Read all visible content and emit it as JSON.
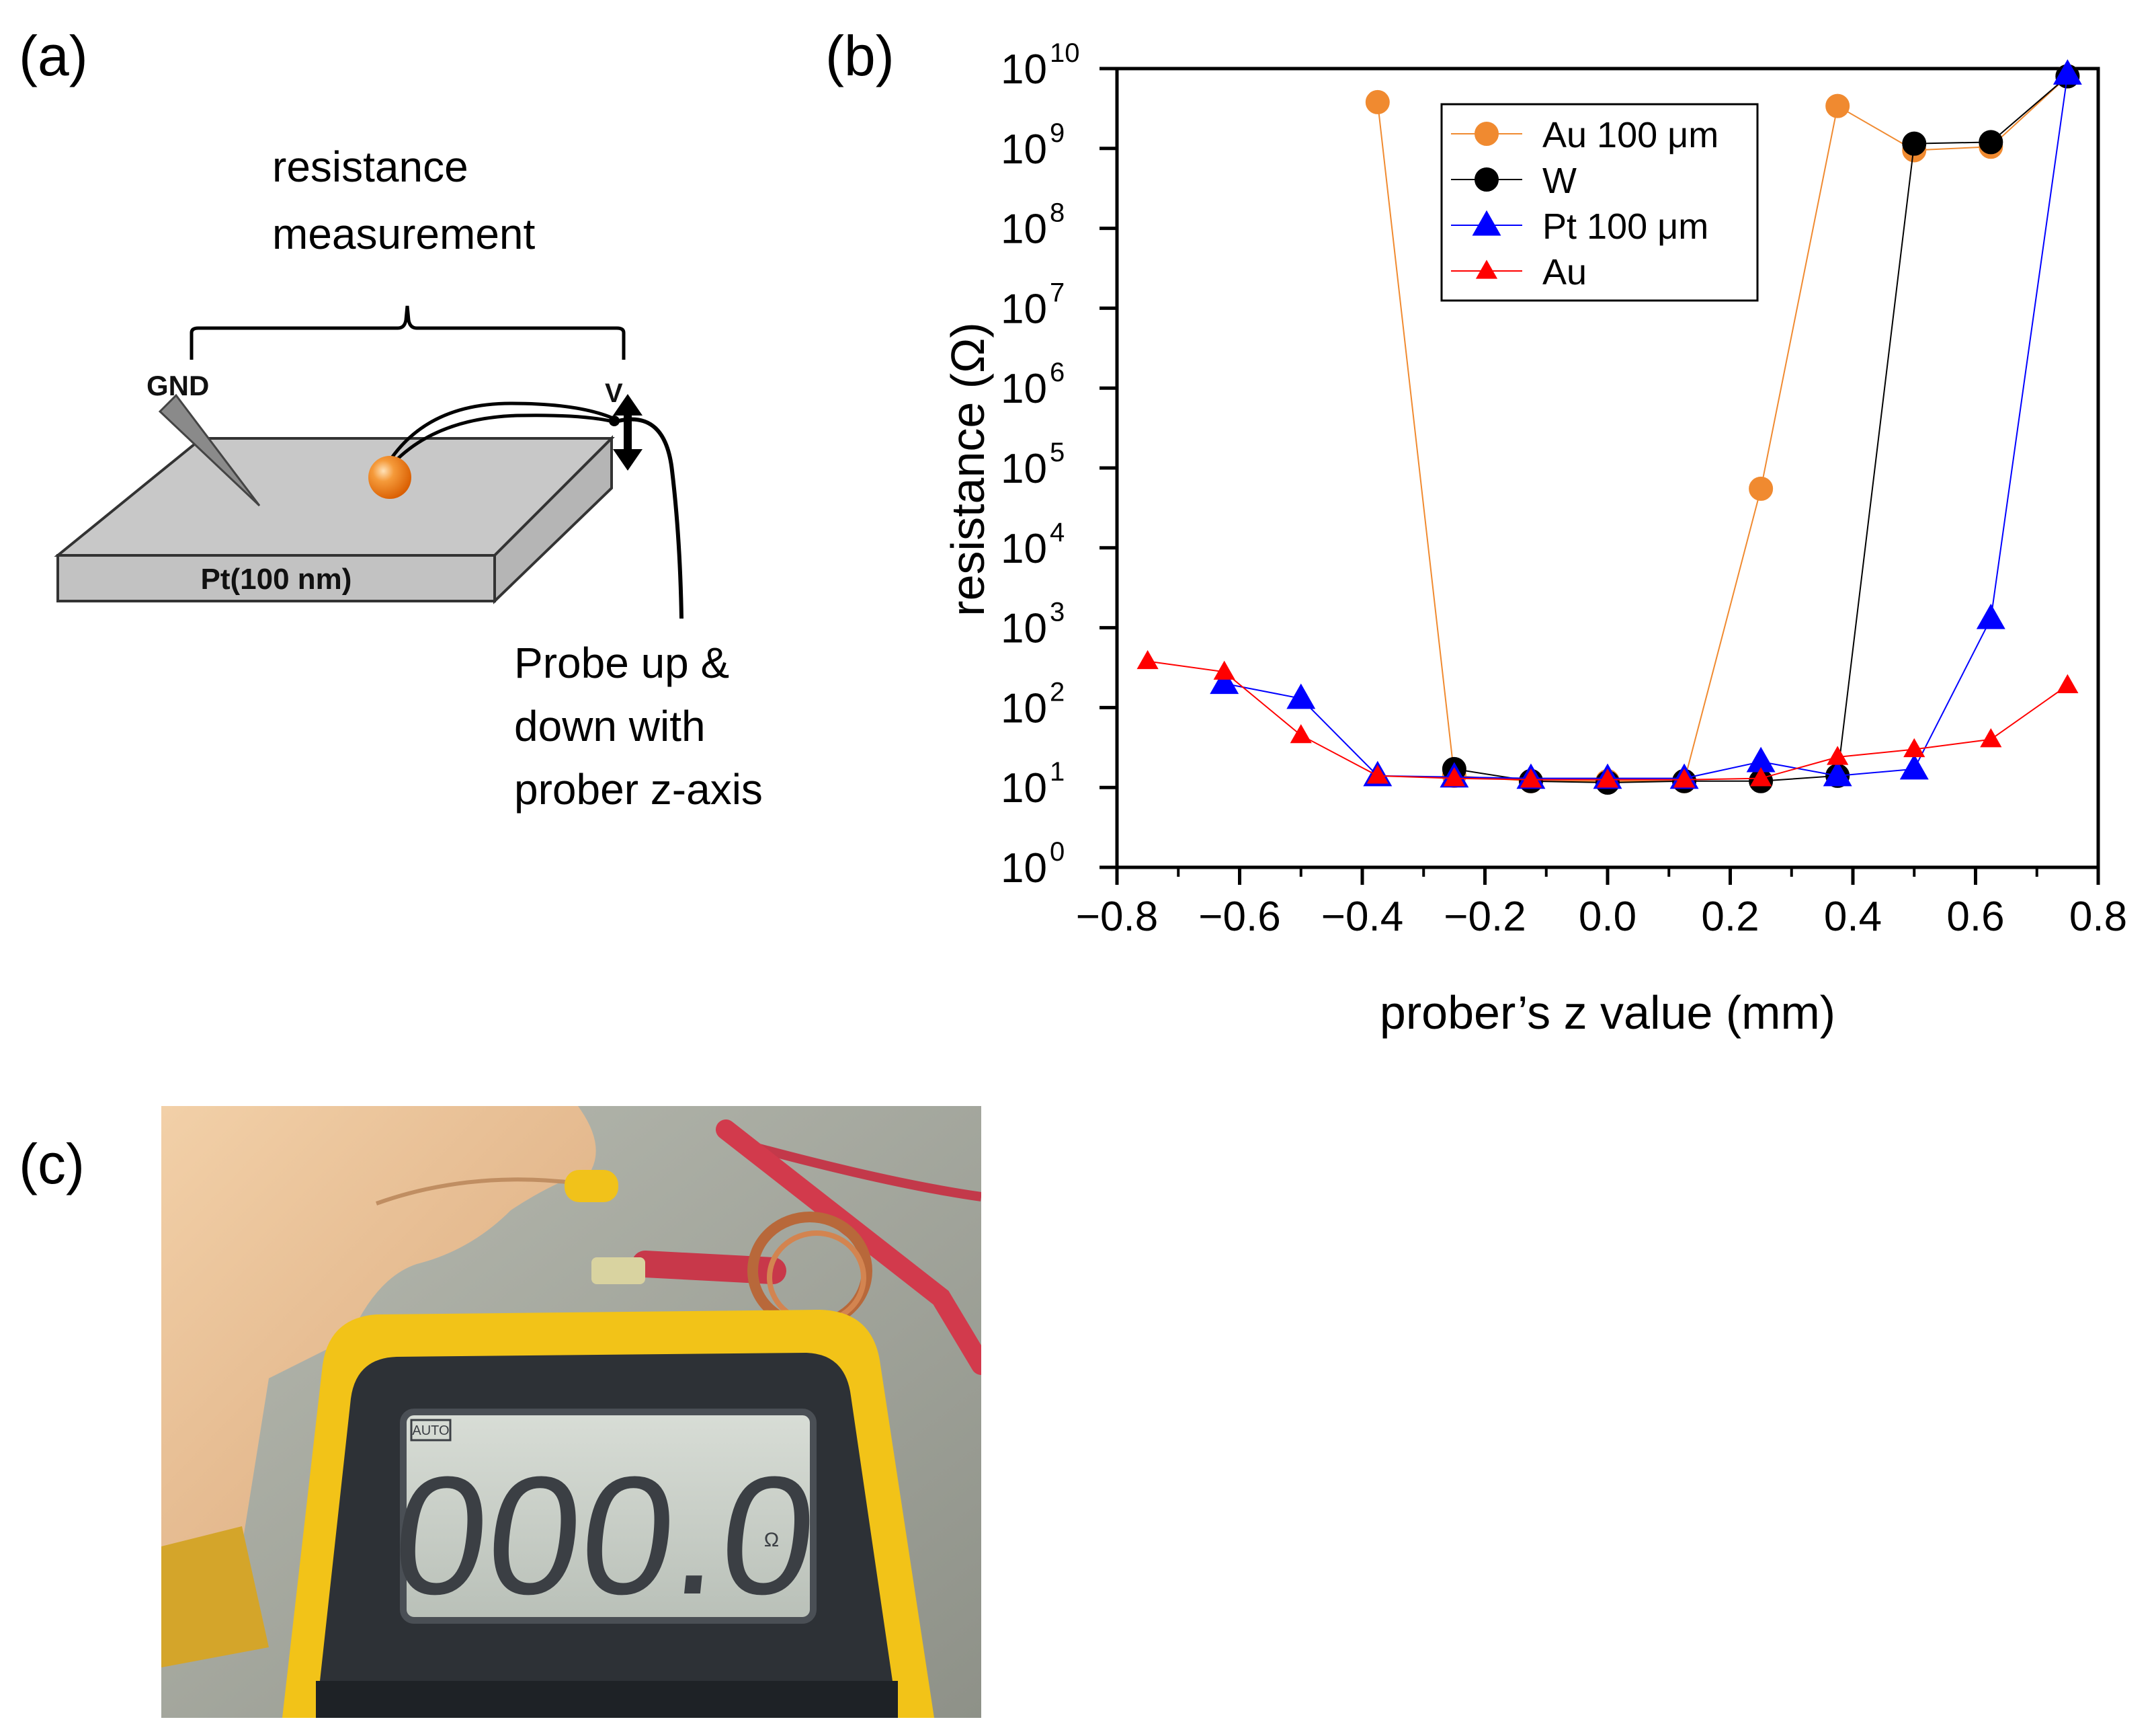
{
  "panel_a": {
    "label": "(a)",
    "bracket_label_line1": "resistance",
    "bracket_label_line2": "measurement",
    "gnd_label": "GND",
    "v_label": "V",
    "substrate_label": "Pt(100 nm)",
    "caption_line1": "Probe up &",
    "caption_line2": "down with",
    "caption_line3": "prober z-axis",
    "colors": {
      "substrate_top": "#c8c8c8",
      "substrate_side": "#b8b8b8",
      "ball": "#f07a1a"
    }
  },
  "panel_b": {
    "label": "(b)"
  },
  "panel_c": {
    "label": "(c)",
    "meter_reading": "000.0",
    "meter_mode": "AUTO",
    "meter_unit": "Ω",
    "colors": {
      "meter_body": "#f2c318",
      "lcd": "#c9cfc8",
      "lcd_digits": "#3b3f44"
    }
  },
  "chart_data": {
    "type": "scatter",
    "xlabel": "prober’s z value (mm)",
    "ylabel": "resistance (Ω)",
    "xlim": [
      -0.8,
      0.8
    ],
    "ylim": [
      1,
      10000000000
    ],
    "yscale": "log",
    "x_ticks": [
      -0.8,
      -0.6,
      -0.4,
      -0.2,
      0.0,
      0.2,
      0.4,
      0.6,
      0.8
    ],
    "x_tick_labels": [
      "−0.8",
      "−0.6",
      "−0.4",
      "−0.2",
      "0.0",
      "0.2",
      "0.4",
      "0.6",
      "0.8"
    ],
    "y_tick_exponents": [
      "0",
      "1",
      "2",
      "3",
      "4",
      "5",
      "6",
      "7",
      "8",
      "9",
      "10"
    ],
    "y_tick_base": "10",
    "grid": false,
    "legend_position": "top-right",
    "series": [
      {
        "name": "Au 100 μm",
        "color": "#f08a30",
        "marker": "circle",
        "x": [
          -0.375,
          -0.25,
          -0.125,
          0.0,
          0.125,
          0.25,
          0.375,
          0.5,
          0.625,
          0.75
        ],
        "y": [
          3800000000,
          14,
          12,
          12,
          12,
          55000,
          3400000000,
          950000000,
          1050000000,
          8000000000
        ]
      },
      {
        "name": "W",
        "color": "#000000",
        "marker": "circle",
        "x": [
          -0.25,
          -0.125,
          0.0,
          0.125,
          0.25,
          0.375,
          0.5,
          0.625,
          0.75
        ],
        "y": [
          17,
          12,
          11.5,
          12,
          12,
          14,
          1150000000,
          1200000000,
          8000000000
        ]
      },
      {
        "name": "Pt 100 μm",
        "color": "#0000ff",
        "marker": "triangle",
        "x": [
          -0.625,
          -0.5,
          -0.375,
          -0.25,
          -0.125,
          0.0,
          0.125,
          0.25,
          0.375,
          0.5,
          0.625,
          0.75
        ],
        "y": [
          200,
          130,
          14,
          13.5,
          13,
          13,
          13,
          21,
          14,
          17,
          1300,
          8500000000
        ]
      },
      {
        "name": "Au",
        "color": "#ff0000",
        "marker": "triangle",
        "x": [
          -0.75,
          -0.625,
          -0.5,
          -0.375,
          -0.25,
          -0.125,
          0.0,
          0.125,
          0.25,
          0.375,
          0.5,
          0.625,
          0.75
        ],
        "y": [
          380,
          280,
          45,
          14,
          13,
          12.5,
          12.5,
          12.5,
          13,
          24,
          30,
          40,
          190
        ]
      }
    ]
  }
}
